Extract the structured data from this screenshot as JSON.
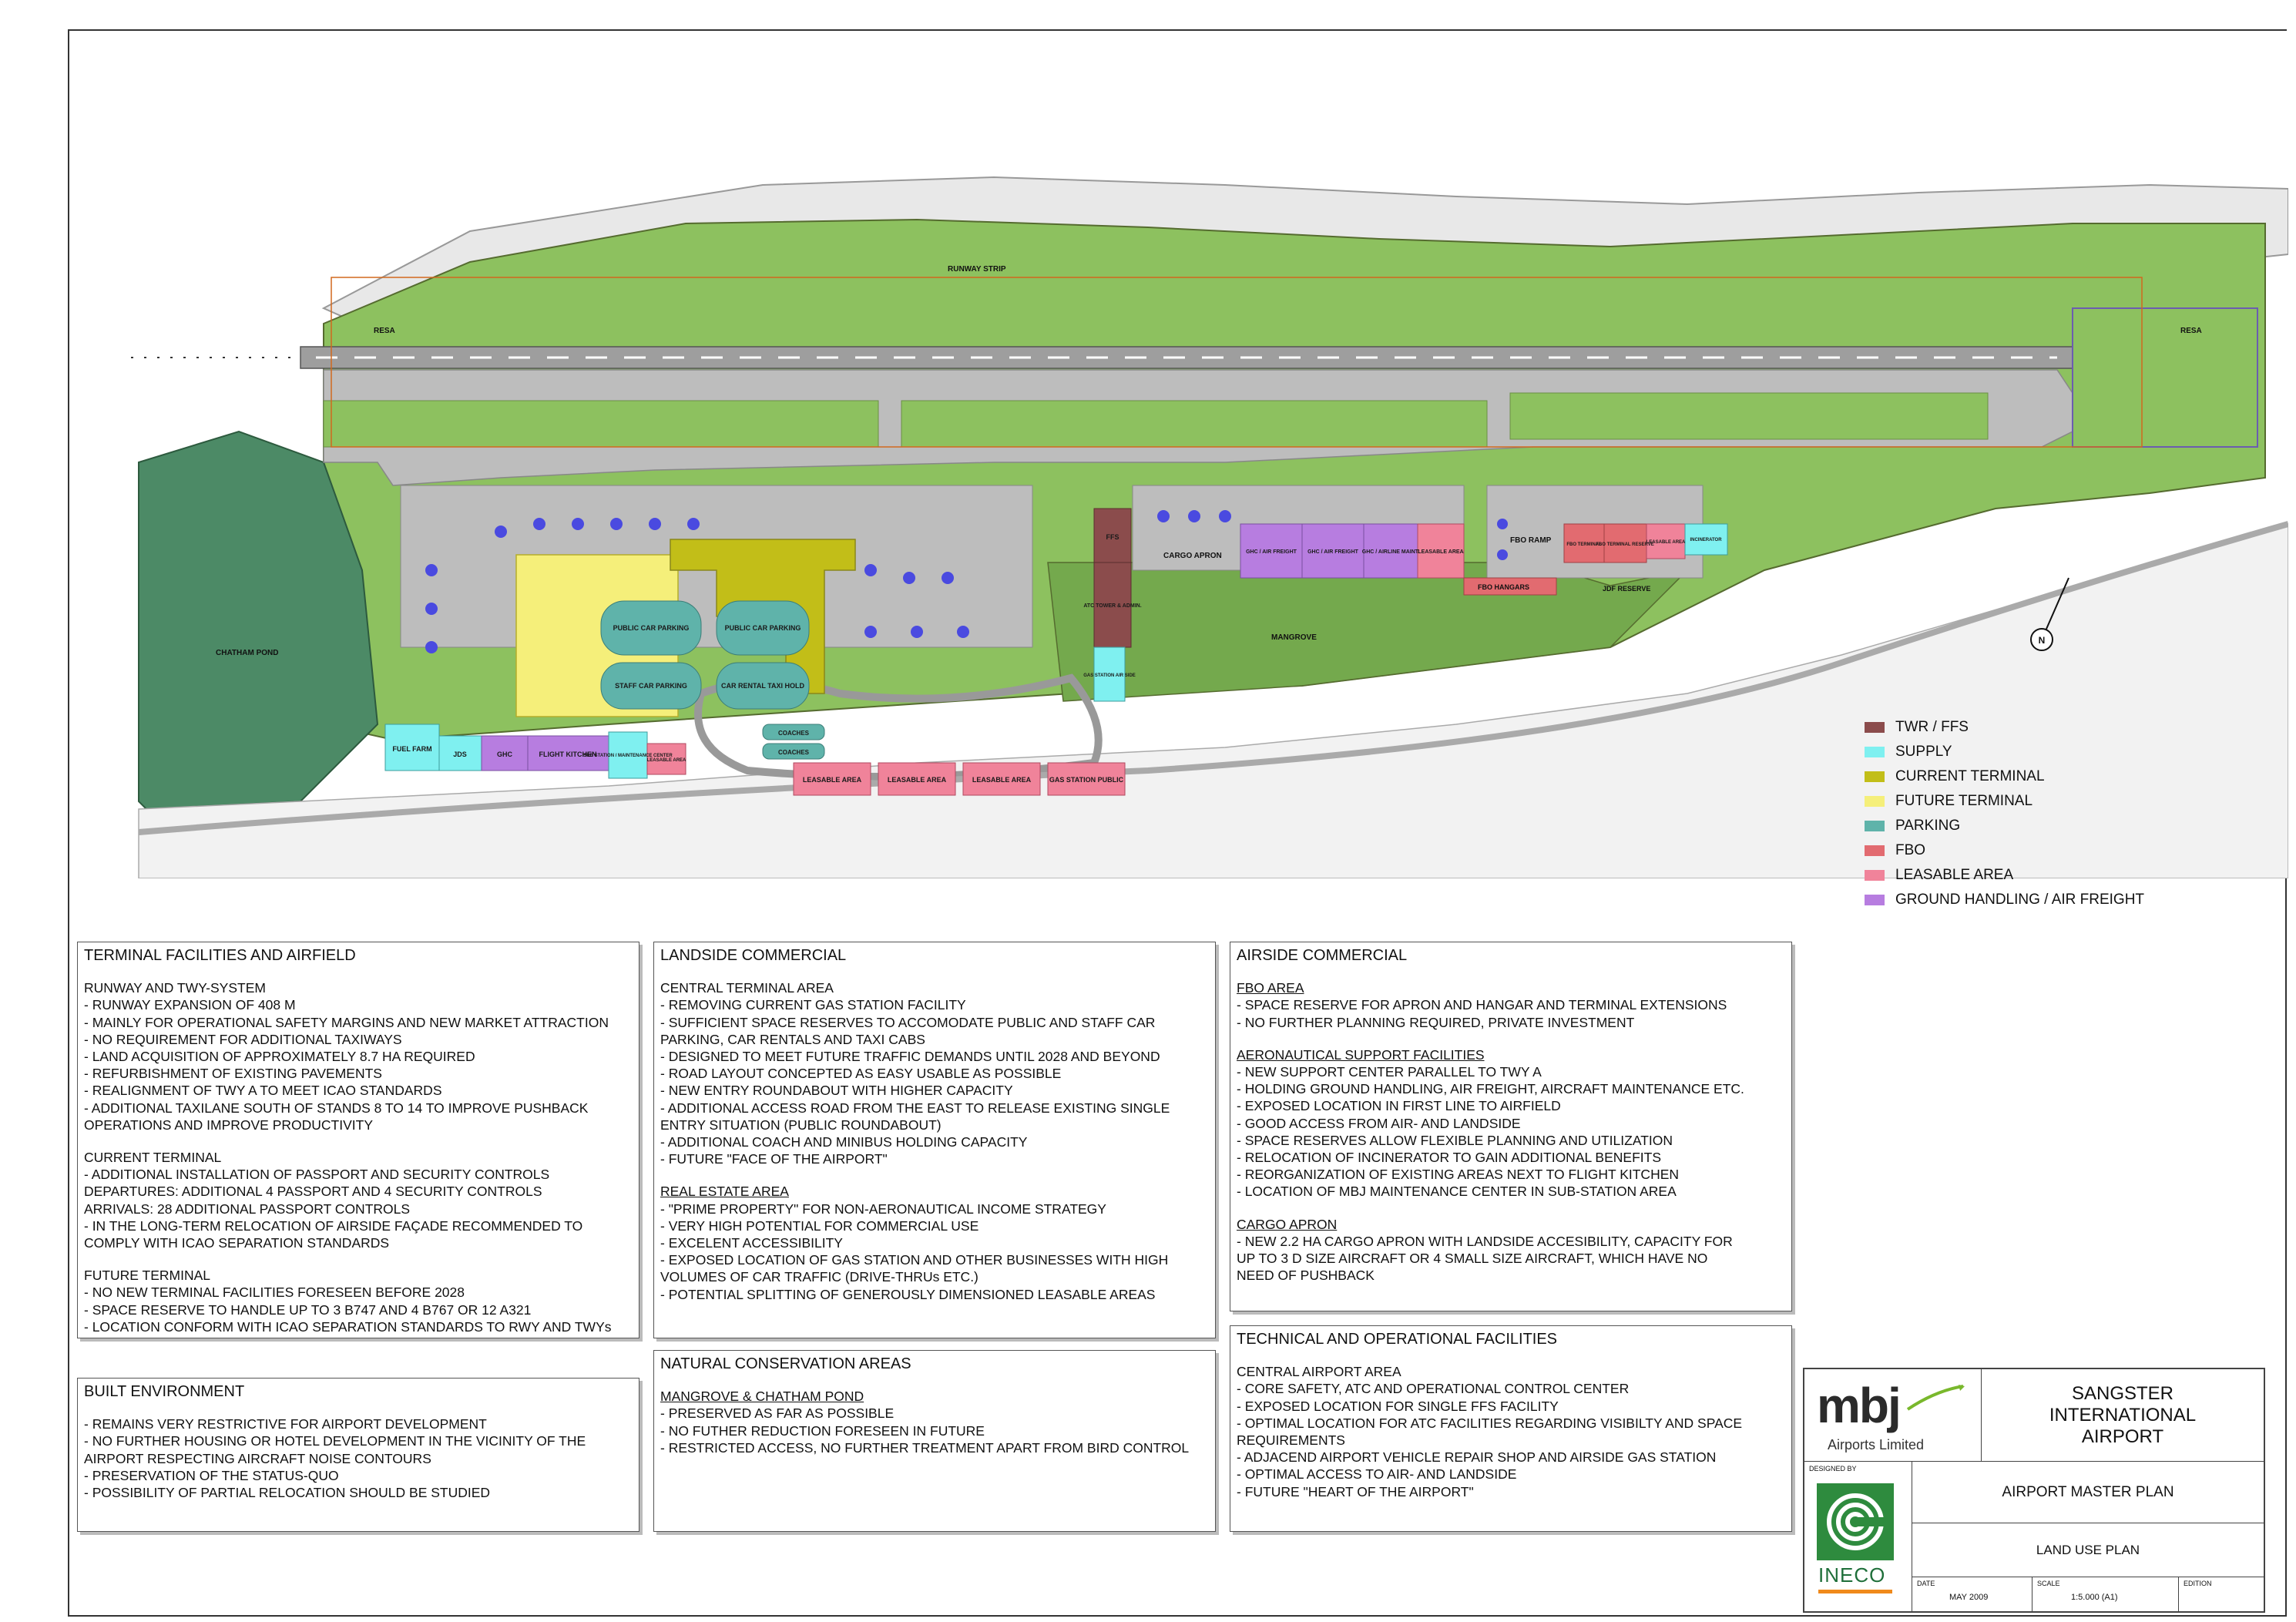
{
  "map_labels": {
    "runway_strip": "RUNWAY STRIP",
    "resa_west": "RESA",
    "resa_east": "RESA",
    "chatham_pond": "CHATHAM POND",
    "mangrove": "MANGROVE",
    "cargo_apron": "CARGO APRON",
    "fbo_ramp": "FBO RAMP",
    "fbo_hangars": "FBO HANGARS",
    "jdf_reserve": "JDF RESERVE",
    "coaches_1": "COACHES",
    "coaches_2": "COACHES",
    "north": "N"
  },
  "zones": {
    "public_car_parking_1": "PUBLIC CAR PARKING",
    "public_car_parking_2": "PUBLIC CAR PARKING",
    "staff_car_parking": "STAFF CAR PARKING",
    "car_rental_taxi_hold": "CAR RENTAL TAXI HOLD",
    "fuel_farm": "FUEL FARM",
    "jds": "JDS",
    "ghc_west": "GHC",
    "flight_kitchen": "FLIGHT KITCHEN",
    "sub_station": "SUB STATION / MAINTENANCE CENTER",
    "leasable_west": "LEASABLE AREA",
    "leasable_1": "LEASABLE AREA",
    "leasable_2": "LEASABLE AREA",
    "leasable_3": "LEASABLE AREA",
    "gas_station_public": "GAS STATION PUBLIC",
    "ffs": "FFS",
    "atc_tower": "ATC TOWER & ADMIN.",
    "gas_station_airside": "GAS STATION AIR SIDE",
    "ghc_air_freight_1": "GHC / AIR FREIGHT",
    "ghc_air_freight_2": "GHC / AIR FREIGHT",
    "ghc_airline_maint": "GHC / AIRLINE MAINT.",
    "leasable_east": "LEASABLE AREA",
    "fbo_terminal": "FBO TERMINAL",
    "fbo_terminal_reserve": "FBO TERMINAL RESERVE",
    "leasable_far_east": "LEASABLE AREA",
    "incinerator": "INCINERATOR"
  },
  "colors": {
    "twr_ffs": "#8b4c4c",
    "supply": "#7ff0f0",
    "current_terminal": "#c2be18",
    "future_terminal": "#f5ef7a",
    "parking": "#5fb3aa",
    "fbo": "#e26b70",
    "leasable_area": "#f0839a",
    "ground_handling": "#b77de0",
    "grass": "#8dc15f",
    "pavement": "#bdbdbd",
    "runway": "#9e9e9e",
    "mangrove": "#4c8a66"
  },
  "legend": [
    {
      "label": "TWR / FFS",
      "color": "#8b4c4c"
    },
    {
      "label": "SUPPLY",
      "color": "#7ff0f0"
    },
    {
      "label": "CURRENT TERMINAL",
      "color": "#c2be18"
    },
    {
      "label": "FUTURE TERMINAL",
      "color": "#f5ef7a"
    },
    {
      "label": "PARKING",
      "color": "#5fb3aa"
    },
    {
      "label": "FBO",
      "color": "#e26b70"
    },
    {
      "label": "LEASABLE AREA",
      "color": "#f0839a"
    },
    {
      "label": "GROUND HANDLING / AIR FREIGHT",
      "color": "#b77de0"
    }
  ],
  "panels": {
    "terminal": {
      "title": "TERMINAL FACILITIES AND AIRFIELD",
      "sections": [
        {
          "head": "RUNWAY AND TWY-SYSTEM",
          "underline": false,
          "lines": [
            "- RUNWAY EXPANSION OF 408 M",
            "- MAINLY FOR OPERATIONAL SAFETY MARGINS AND NEW MARKET ATTRACTION",
            "- NO REQUIREMENT FOR ADDITIONAL TAXIWAYS",
            "- LAND ACQUISITION OF APPROXIMATELY 8.7 HA REQUIRED",
            "- REFURBISHMENT OF EXISTING PAVEMENTS",
            "- REALIGNMENT OF TWY A TO MEET ICAO STANDARDS",
            "- ADDITIONAL TAXILANE SOUTH OF STANDS 8 TO 14 TO IMPROVE PUSHBACK",
            "OPERATIONS AND IMPROVE PRODUCTIVITY"
          ]
        },
        {
          "head": "CURRENT TERMINAL",
          "underline": false,
          "lines": [
            "- ADDITIONAL INSTALLATION OF PASSPORT AND SECURITY CONTROLS",
            "DEPARTURES: ADDITIONAL 4 PASSPORT AND 4 SECURITY CONTROLS",
            "ARRIVALS: 28 ADDITIONAL PASSPORT CONTROLS",
            "- IN THE LONG-TERM RELOCATION OF AIRSIDE FAÇADE RECOMMENDED TO",
            "COMPLY WITH ICAO SEPARATION STANDARDS"
          ]
        },
        {
          "head": "FUTURE TERMINAL",
          "underline": false,
          "lines": [
            "- NO NEW TERMINAL FACILITIES FORESEEN BEFORE 2028",
            "- SPACE RESERVE TO HANDLE UP TO 3 B747 AND 4 B767 OR 12 A321",
            "- LOCATION CONFORM WITH ICAO SEPARATION STANDARDS TO RWY AND TWYs"
          ]
        }
      ]
    },
    "built": {
      "title": "BUILT ENVIRONMENT",
      "sections": [
        {
          "head": "",
          "underline": false,
          "lines": [
            "- REMAINS VERY RESTRICTIVE FOR AIRPORT DEVELOPMENT",
            "- NO FURTHER HOUSING OR HOTEL DEVELOPMENT IN THE VICINITY OF THE",
            "AIRPORT RESPECTING AIRCRAFT NOISE CONTOURS",
            "- PRESERVATION OF THE STATUS-QUO",
            "- POSSIBILITY OF PARTIAL RELOCATION SHOULD BE STUDIED"
          ]
        }
      ]
    },
    "landside": {
      "title": "LANDSIDE COMMERCIAL",
      "sections": [
        {
          "head": "CENTRAL TERMINAL AREA",
          "underline": false,
          "lines": [
            "- REMOVING CURRENT GAS STATION FACILITY",
            "- SUFFICIENT SPACE RESERVES TO ACCOMODATE PUBLIC AND STAFF CAR",
            "PARKING, CAR RENTALS AND TAXI CABS",
            "- DESIGNED TO MEET FUTURE TRAFFIC DEMANDS UNTIL 2028 AND BEYOND",
            "- ROAD LAYOUT CONCEPTED AS EASY USABLE AS POSSIBLE",
            "- NEW ENTRY ROUNDABOUT WITH HIGHER CAPACITY",
            "- ADDITIONAL ACCESS ROAD FROM THE EAST TO RELEASE EXISTING SINGLE",
            "ENTRY SITUATION (PUBLIC ROUNDABOUT)",
            "- ADDITIONAL COACH AND MINIBUS HOLDING CAPACITY",
            "- FUTURE \"FACE OF THE AIRPORT\""
          ]
        },
        {
          "head": "REAL ESTATE AREA",
          "underline": true,
          "lines": [
            "- \"PRIME PROPERTY\" FOR NON-AERONAUTICAL INCOME STRATEGY",
            "- VERY HIGH POTENTIAL FOR COMMERCIAL USE",
            "- EXCELENT ACCESSIBILITY",
            "- EXPOSED LOCATION OF GAS STATION AND OTHER BUSINESSES WITH HIGH",
            "VOLUMES OF CAR TRAFFIC (DRIVE-THRUs ETC.)",
            "- POTENTIAL SPLITTING OF GENEROUSLY DIMENSIONED LEASABLE AREAS"
          ]
        }
      ]
    },
    "natural": {
      "title": "NATURAL CONSERVATION AREAS",
      "sections": [
        {
          "head": "MANGROVE & CHATHAM POND",
          "underline": true,
          "lines": [
            "- PRESERVED AS FAR AS POSSIBLE",
            "- NO FUTHER REDUCTION FORESEEN IN FUTURE",
            "- RESTRICTED ACCESS, NO FURTHER TREATMENT APART FROM BIRD CONTROL"
          ]
        }
      ]
    },
    "airside": {
      "title": "AIRSIDE COMMERCIAL",
      "sections": [
        {
          "head": "FBO AREA",
          "underline": true,
          "lines": [
            "- SPACE RESERVE FOR APRON AND HANGAR AND TERMINAL EXTENSIONS",
            "- NO FURTHER PLANNING REQUIRED, PRIVATE INVESTMENT"
          ]
        },
        {
          "head": "AERONAUTICAL SUPPORT FACILITIES",
          "underline": true,
          "lines": [
            "- NEW SUPPORT CENTER PARALLEL TO TWY A",
            "- HOLDING GROUND HANDLING, AIR FREIGHT, AIRCRAFT MAINTENANCE ETC.",
            "- EXPOSED LOCATION IN FIRST LINE TO AIRFIELD",
            "- GOOD ACCESS FROM AIR- AND LANDSIDE",
            "- SPACE RESERVES ALLOW FLEXIBLE PLANNING AND UTILIZATION",
            "- RELOCATION OF INCINERATOR TO GAIN ADDITIONAL BENEFITS",
            "- REORGANIZATION OF EXISTING AREAS NEXT TO FLIGHT KITCHEN",
            "- LOCATION OF MBJ MAINTENANCE CENTER IN SUB-STATION AREA"
          ]
        },
        {
          "head": "CARGO APRON",
          "underline": true,
          "lines": [
            "- NEW 2.2 HA CARGO APRON WITH LANDSIDE ACCESIBILITY, CAPACITY FOR",
            "UP TO 3 D SIZE AIRCRAFT OR 4 SMALL SIZE AIRCRAFT, WHICH HAVE NO",
            "NEED OF PUSHBACK"
          ]
        }
      ]
    },
    "technical": {
      "title": "TECHNICAL AND OPERATIONAL FACILITIES",
      "sections": [
        {
          "head": "CENTRAL AIRPORT AREA",
          "underline": false,
          "lines": [
            "- CORE SAFETY, ATC AND OPERATIONAL CONTROL CENTER",
            "- EXPOSED LOCATION FOR SINGLE FFS FACILITY",
            "- OPTIMAL LOCATION FOR ATC FACILITIES REGARDING VISIBILTY AND SPACE",
            "REQUIREMENTS",
            "- ADJACEND AIRPORT VEHICLE REPAIR SHOP AND AIRSIDE GAS STATION",
            "- OPTIMAL ACCESS TO AIR- AND LANDSIDE",
            "- FUTURE \"HEART OF THE AIRPORT\""
          ]
        }
      ]
    }
  },
  "titleblock": {
    "logo_text": "mbj",
    "company": "Airports Limited",
    "airport_name": "SANGSTER INTERNATIONAL AIRPORT",
    "designed_by_label": "DESIGNED BY",
    "designer": "INECO",
    "plan_title": "AIRPORT MASTER PLAN",
    "sheet_title": "LAND USE PLAN",
    "date_label": "DATE",
    "date_value": "MAY 2009",
    "scale_label": "SCALE",
    "scale_value": "1:5.000 (A1)",
    "edition_label": "EDITION"
  }
}
